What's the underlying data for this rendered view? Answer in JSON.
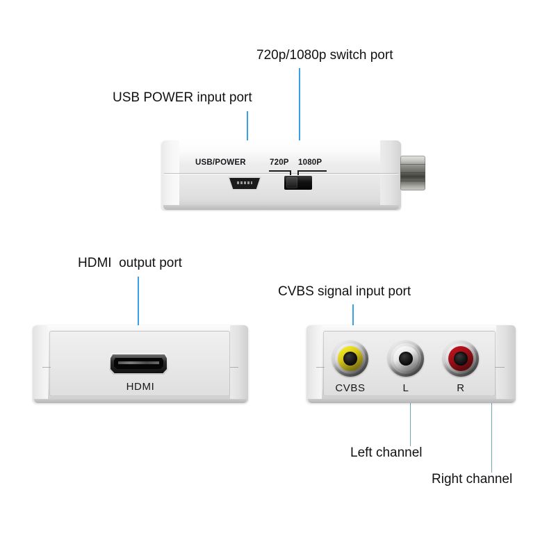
{
  "diagram": {
    "title": "AV to HDMI converter port callout diagram",
    "accent_line_color": "#38a0e8",
    "accent_dot_color": "#1a8fe0",
    "background_color": "#ffffff"
  },
  "callouts": [
    {
      "id": "usb-power",
      "text": "USB POWER input port"
    },
    {
      "id": "switch",
      "text": "720p/1080p switch port"
    },
    {
      "id": "hdmi-out",
      "text": "HDMI  output port"
    },
    {
      "id": "cvbs-in",
      "text": "CVBS signal input port"
    },
    {
      "id": "left-ch",
      "text": "Left channel"
    },
    {
      "id": "right-ch",
      "text": "Right channel"
    }
  ],
  "devices": {
    "top_side_view": {
      "name": "converter side panel",
      "silkscreen": {
        "usb_power": "USB/POWER",
        "res_720p": "720P",
        "res_1080p": "1080P"
      },
      "ports": {
        "mini_usb": "mini-usb-port",
        "slide_switch": "resolution-slide-switch",
        "coax_barrel": "metal-barrel-connector"
      }
    },
    "hdmi_face": {
      "name": "converter HDMI output face",
      "port_label": "HDMI",
      "port": "hdmi-port"
    },
    "rca_face": {
      "name": "converter RCA input face",
      "jacks": [
        {
          "label": "CVBS",
          "color": "#d8c81e",
          "name": "rca-jack-cvbs"
        },
        {
          "label": "L",
          "color": "#e8e8e8",
          "name": "rca-jack-left"
        },
        {
          "label": "R",
          "color": "#a01018",
          "name": "rca-jack-right"
        }
      ]
    }
  }
}
